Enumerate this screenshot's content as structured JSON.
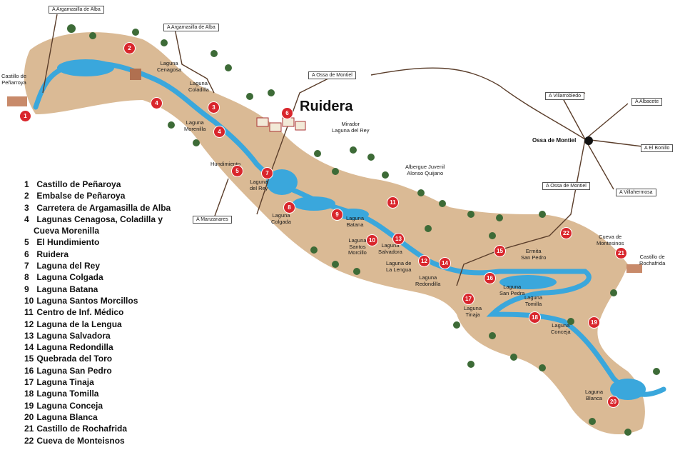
{
  "town": "Ruidera",
  "legend": [
    {
      "num": "1",
      "label": "Castillo de Peñaroya"
    },
    {
      "num": "2",
      "label": "Embalse de Peñaroya"
    },
    {
      "num": "3",
      "label": "Carretera de Argamasilla de Alba"
    },
    {
      "num": "4",
      "label": "Lagunas Cenagosa, Coladilla y",
      "cont": "Cueva Morenilla"
    },
    {
      "num": "5",
      "label": "El Hundimiento"
    },
    {
      "num": "6",
      "label": "Ruidera"
    },
    {
      "num": "7",
      "label": "Laguna del Rey"
    },
    {
      "num": "8",
      "label": "Laguna Colgada"
    },
    {
      "num": "9",
      "label": "Laguna Batana"
    },
    {
      "num": "10",
      "label": "Laguna Santos Morcillos"
    },
    {
      "num": "11",
      "label": "Centro de Inf. Médico"
    },
    {
      "num": "12",
      "label": "Laguna de la Lengua"
    },
    {
      "num": "13",
      "label": "Laguna Salvadora"
    },
    {
      "num": "14",
      "label": "Laguna Redondilla"
    },
    {
      "num": "15",
      "label": "Quebrada del Toro"
    },
    {
      "num": "16",
      "label": "Laguna San Pedro"
    },
    {
      "num": "17",
      "label": "Laguna Tinaja"
    },
    {
      "num": "18",
      "label": "Laguna Tomilla"
    },
    {
      "num": "19",
      "label": "Laguna Conceja"
    },
    {
      "num": "20",
      "label": "Laguna Blanca"
    },
    {
      "num": "21",
      "label": "Castillo de Rochafrida"
    },
    {
      "num": "22",
      "label": "Cueva de Monteisnos"
    }
  ],
  "road_signs": {
    "argamasilla_1": "A Argamasilla de Alba",
    "argamasilla_2": "A Argamasilla de Alba",
    "ossa_1": "A Ossa de Montiel",
    "ossa_2": "A Ossa de Montiel",
    "manzanares": "A Manzanares",
    "villarrobledo": "A Villarrobledo",
    "albacete": "A Albacete",
    "bonillo": "A El Bonillo",
    "villahermosa": "A Villahermosa"
  },
  "place_labels": {
    "ossa": "Ossa de Montiel",
    "castillo_penarroya": "Castillo de\nPeñarroya",
    "cenagosa": "Laguna\nCenagosa",
    "coladilla": "Laguna\nColadilla",
    "morenilla": "Laguna\nMorenilla",
    "hundimiento": "Hundimiento",
    "del_rey": "Laguna\ndel Rey",
    "mirador": "Mirador\nLaguna del Rey",
    "albergue": "Albergue Juvenil\nAlonso Quijano",
    "colgada": "Laguna\nColgada",
    "batana": "Laguna\nBatana",
    "santos_morcillo": "Laguna\nSantos\nMorcillo",
    "salvadora": "Laguna\nSalvadora",
    "lengua": "Laguna de\nLa Lengua",
    "redondilla": "Laguna\nRedondilla",
    "ermita": "Ermita\nSan Pedro",
    "san_pedra": "Laguna\nSan Pedra",
    "tomilla": "Laguna\nTomilla",
    "tinaja": "Laguna\nTinaja",
    "conceja": "Laguna\nConceja",
    "blanca": "Laguna\nBlanca",
    "cueva": "Cueva de\nMontesinos",
    "rochafrida": "Castillo de\nRochafrida"
  },
  "colors": {
    "land": "#d6b38a",
    "water": "#3aa7dc",
    "tree": "#3d6b37",
    "marker": "#d9262c"
  }
}
